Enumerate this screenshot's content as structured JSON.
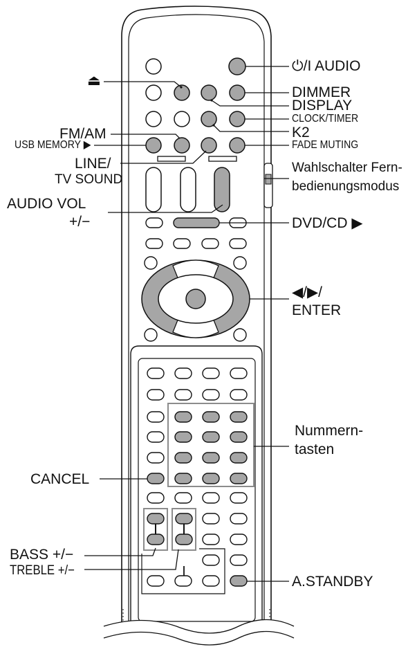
{
  "labels": {
    "eject": "⏏",
    "power_audio": "⏻/I AUDIO",
    "dimmer": "DIMMER",
    "display": "DISPLAY",
    "clock_timer": "CLOCK/TIMER",
    "k2": "K2",
    "fade_muting": "FADE MUTING",
    "fm_am": "FM/AM",
    "usb_memory": "USB MEMORY ▶",
    "line": "LINE/",
    "tv_sound": "TV SOUND",
    "mode_switch_1": "Wahlschalter Fern-",
    "mode_switch_2": "bedienungsmodus",
    "audio_vol_1": "AUDIO VOL",
    "audio_vol_2": "+/−",
    "dvd_cd": "DVD/CD ▶",
    "nav_1": "◀/▶/",
    "nav_2": "ENTER",
    "number_keys_1": "Nummern-",
    "number_keys_2": "tasten",
    "cancel": "CANCEL",
    "bass": "BASS +/−",
    "treble": "TREBLE +/−",
    "a_standby": "A.STANDBY"
  },
  "colors": {
    "outline": "#111111",
    "highlight": "#a6a6a6",
    "body": "#ffffff",
    "frame": "#8c8c8c"
  }
}
